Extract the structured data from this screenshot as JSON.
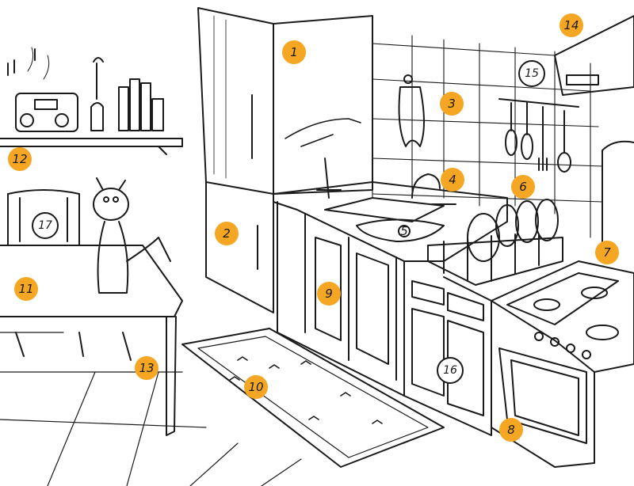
{
  "colors": {
    "ink": "#1a1a1a",
    "accent": "#f5a623",
    "paper": "#ffffff"
  },
  "labels": {
    "fridge_upper": "1",
    "fridge_lower": "2",
    "towel": "3",
    "tap": "4",
    "sink": "5",
    "utensils": "6",
    "window": "7",
    "oven": "8",
    "sink_cabinet": "9",
    "rug": "10",
    "table": "11",
    "shelf": "12",
    "table_leg": "13",
    "hood": "14",
    "hood_panel": "15",
    "stove_knob": "16",
    "chair": "17"
  }
}
